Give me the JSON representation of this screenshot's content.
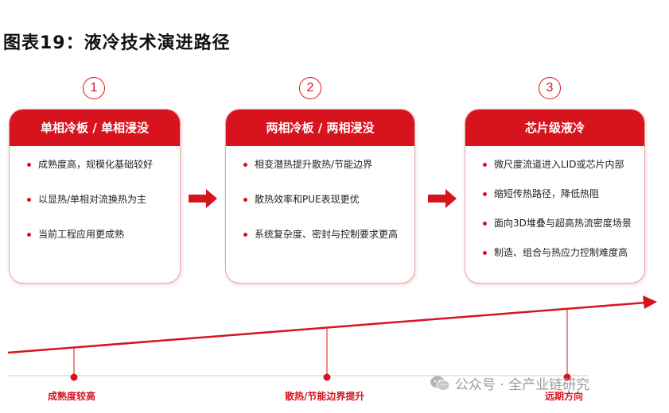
{
  "title": "图表19：液冷技术演进路径",
  "stages": [
    {
      "number": "1",
      "title": "单相冷板 / 单相浸没",
      "bullets": [
        "成熟度高，规模化基础较好",
        "以显热/单相对流换热为主",
        "当前工程应用更成熟"
      ]
    },
    {
      "number": "2",
      "title": "两相冷板 / 两相浸没",
      "bullets": [
        "相变潜热提升散热/节能边界",
        "散热效率和PUE表现更优",
        "系统复杂度、密封与控制要求更高"
      ]
    },
    {
      "number": "3",
      "title": "芯片级液冷",
      "bullets": [
        "微尺度流道进入LID或芯片内部",
        "缩短传热路径，降低热阻",
        "面向3D堆叠与超高热流密度场景",
        "制造、组合与热应力控制难度高"
      ]
    }
  ],
  "timeline": {
    "labels": [
      "成熟度较高",
      "散热/节能边界提升",
      "远期方向"
    ]
  },
  "watermark": {
    "text": "公众号 · 全产业链研究",
    "icon": "wechat-icon"
  },
  "colors": {
    "accent": "#d7141e",
    "watermark": "#9a9a9a"
  }
}
